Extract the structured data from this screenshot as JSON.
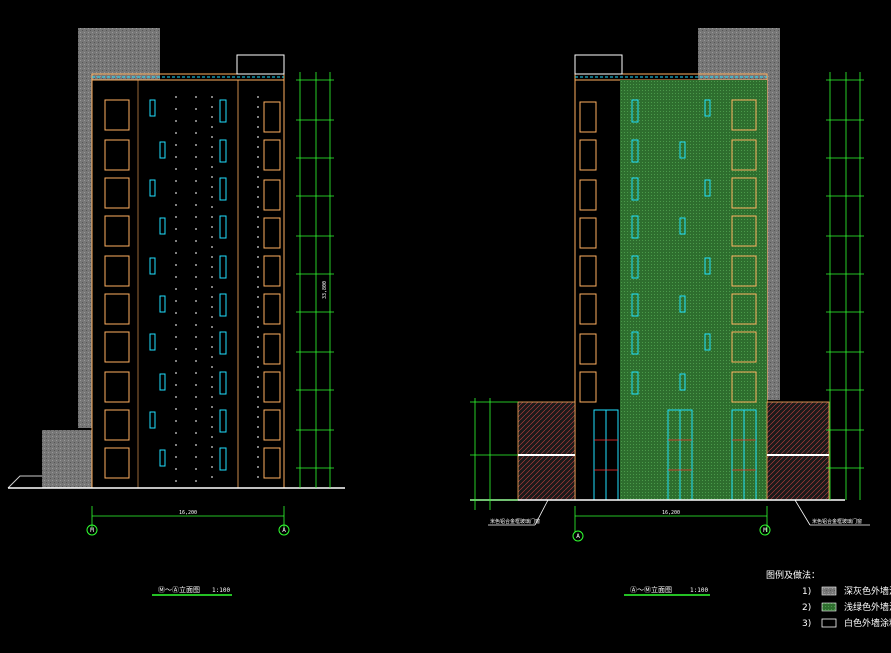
{
  "left_view": {
    "title": "Ⓜ～Ⓐ立面图",
    "scale": "1:100",
    "total_width": "16,200",
    "total_height": "33,800",
    "axis_left": "M",
    "axis_right": "A"
  },
  "right_view": {
    "title": "Ⓐ～Ⓜ立面图",
    "scale": "1:100",
    "total_width": "16,200",
    "axis_left": "A",
    "axis_right": "M",
    "note_left": "米色铝合金框玻璃门窗",
    "note_right": "米色铝合金框玻璃门窗"
  },
  "legend": {
    "title": "图例及做法：",
    "items": [
      {
        "num": "1)",
        "label": "深灰色外墙涂料",
        "swatch": "grey"
      },
      {
        "num": "2)",
        "label": "浅绿色外墙涂料",
        "swatch": "green"
      },
      {
        "num": "3)",
        "label": "白色外墙涂料",
        "swatch": "none"
      }
    ]
  },
  "colors": {
    "background": "#000000",
    "wall_outline": "#ffb060",
    "window_cyan": "#20e0ff",
    "dimension_green": "#30ff30",
    "grey_fill": "#7a7a7a",
    "green_fill": "#2f7a2f"
  }
}
